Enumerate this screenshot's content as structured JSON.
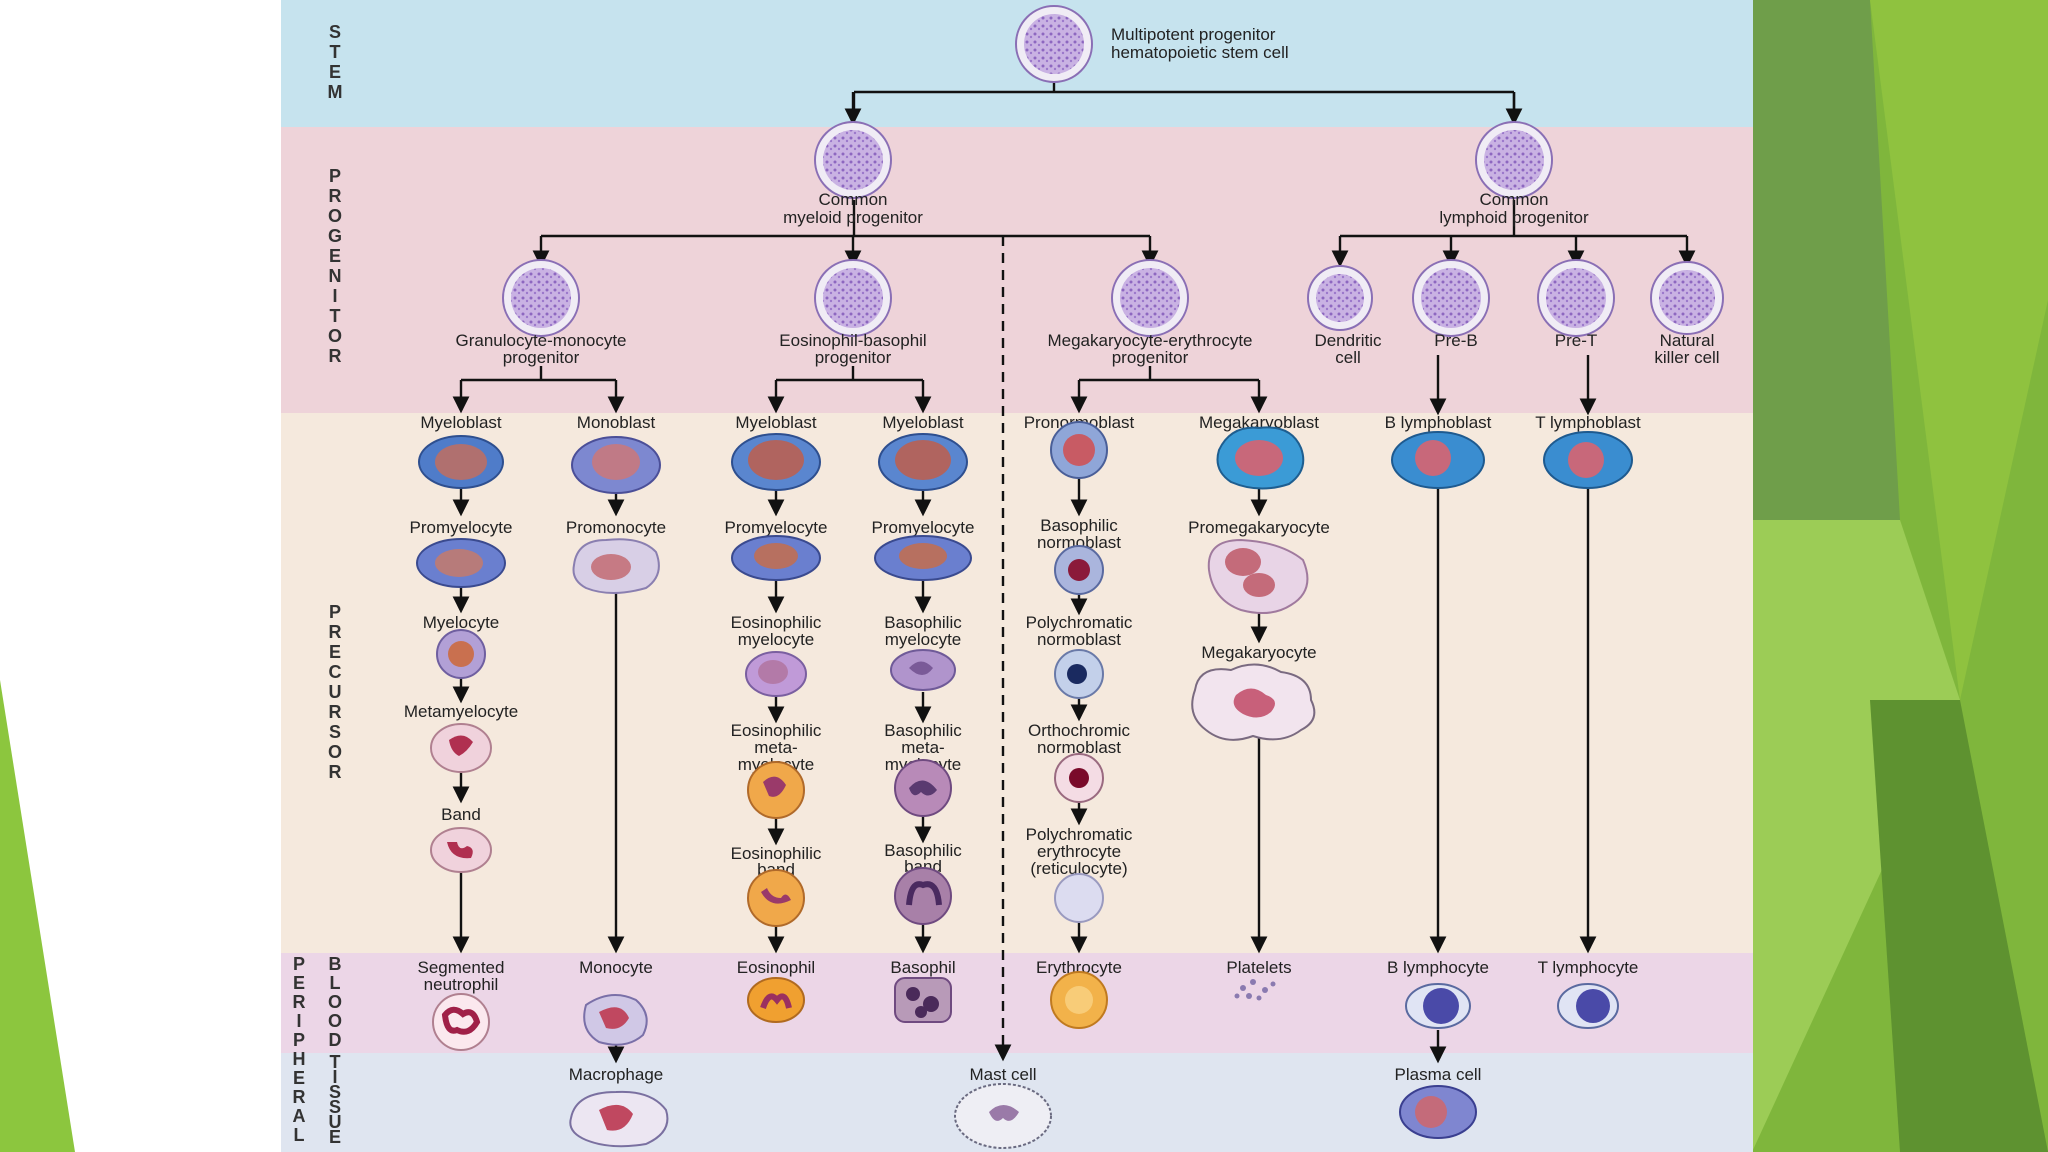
{
  "bands": {
    "stem": "S T E M",
    "progenitor": "P R O G E N I T O R",
    "precursor": "P R E C U R S O R",
    "peripheral": "P E R I P H E R A L",
    "blood": "B L O O D",
    "tissue": "T I S S U E"
  },
  "stem": {
    "line1": "Multipotent progenitor",
    "line2": "hematopoietic stem cell"
  },
  "progenitors": {
    "myeloid": {
      "line1": "Common",
      "line2": "myeloid progenitor"
    },
    "lymphoid": {
      "line1": "Common",
      "line2": "lymphoid progenitor"
    },
    "gm": {
      "line1": "Granulocyte-monocyte",
      "line2": "progenitor"
    },
    "eb": {
      "line1": "Eosinophil-basophil",
      "line2": "progenitor"
    },
    "me": {
      "line1": "Megakaryocyte-erythrocyte",
      "line2": "progenitor"
    },
    "dendritic": {
      "line1": "Dendritic",
      "line2": "cell"
    },
    "preb": {
      "line1": "Pre-B"
    },
    "pret": {
      "line1": "Pre-T"
    },
    "nk": {
      "line1": "Natural",
      "line2": "killer cell"
    }
  },
  "precursors": {
    "myeloblast1": "Myeloblast",
    "monoblast": "Monoblast",
    "myeloblast2": "Myeloblast",
    "myeloblast3": "Myeloblast",
    "pronormoblast": "Pronormoblast",
    "megakaryoblast": "Megakaryoblast",
    "b_lymphoblast": "B lymphoblast",
    "t_lymphoblast": "T lymphoblast",
    "promyelocyte1": "Promyelocyte",
    "promonocyte": "Promonocyte",
    "promyelocyte2": "Promyelocyte",
    "promyelocyte3": "Promyelocyte",
    "basophilic_normoblast": {
      "line1": "Basophilic",
      "line2": "normoblast"
    },
    "promegakaryocyte": "Promegakaryocyte",
    "myelocyte": "Myelocyte",
    "eos_myelocyte": {
      "line1": "Eosinophilic",
      "line2": "myelocyte"
    },
    "baso_myelocyte": {
      "line1": "Basophilic",
      "line2": "myelocyte"
    },
    "polychromatic_normoblast": {
      "line1": "Polychromatic",
      "line2": "normoblast"
    },
    "megakaryocyte": "Megakaryocyte",
    "metamyelocyte": "Metamyelocyte",
    "eos_metamyelocyte": {
      "line1": "Eosinophilic",
      "line2": "meta-",
      "line3": "myelocyte"
    },
    "baso_metamyelocyte": {
      "line1": "Basophilic",
      "line2": "meta-",
      "line3": "myelocyte"
    },
    "orthochromic_normoblast": {
      "line1": "Orthochromic",
      "line2": "normoblast"
    },
    "band": "Band",
    "eos_band": {
      "line1": "Eosinophilic",
      "line2": "band"
    },
    "baso_band": {
      "line1": "Basophilic",
      "line2": "band"
    },
    "poly_erythrocyte": {
      "line1": "Polychromatic",
      "line2": "erythrocyte",
      "line3": "(reticulocyte)"
    }
  },
  "blood": {
    "neutrophil": {
      "line1": "Segmented",
      "line2": "neutrophil"
    },
    "monocyte": "Monocyte",
    "eosinophil": "Eosinophil",
    "basophil": "Basophil",
    "erythrocyte": "Erythrocyte",
    "platelets": "Platelets",
    "b_lymphocyte": "B lymphocyte",
    "t_lymphocyte": "T lymphocyte"
  },
  "tissue": {
    "macrophage": "Macrophage",
    "mast_cell": "Mast cell",
    "plasma_cell": "Plasma cell"
  },
  "colors": {
    "stem_band": "#c6e3ee",
    "progenitor_band": "#eed3d9",
    "precursor_band": "#f5e9dd",
    "blood_band": "#ecd6e7",
    "tissue_band": "#dfe5f0",
    "accent_green": "#7cb63a"
  }
}
